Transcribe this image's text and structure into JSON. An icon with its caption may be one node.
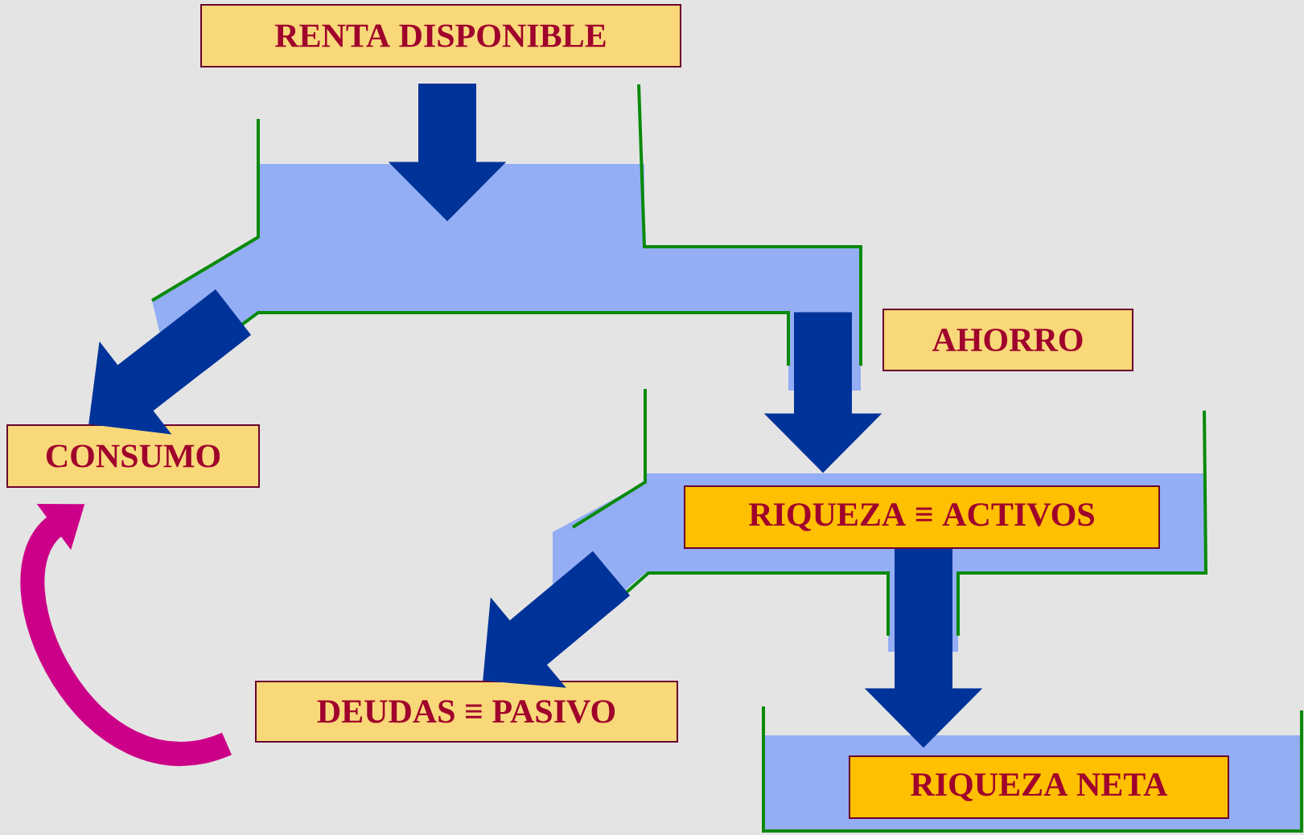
{
  "diagram": {
    "nodes": [
      {
        "text": [
          "RENTA DISPONIBLE"
        ]
      },
      {
        "text": [],
        "shape": "tank"
      },
      {
        "text": [
          "CONSUMO"
        ]
      },
      {
        "text": [
          "AHORRO"
        ]
      },
      {
        "text": [],
        "shape": "tank"
      },
      {
        "text": [
          "RIQUEZA ≡ ACTIVOS"
        ],
        "in": 4
      },
      {
        "text": [
          "DEUDAS ≡ PASIVO"
        ]
      },
      {
        "text": [],
        "shape": "tank"
      },
      {
        "text": [
          "RIQUEZA NETA"
        ],
        "in": 7
      }
    ],
    "edges": [
      {
        "from": 0,
        "to": 1,
        "arrow": "to"
      },
      {
        "from": 1,
        "to": 2,
        "arrow": "to"
      },
      {
        "from": 1,
        "to": 4,
        "arrow": "to"
      },
      {
        "from": 4,
        "to": 6,
        "arrow": "to"
      },
      {
        "from": 5,
        "to": 7,
        "arrow": "to"
      },
      {
        "from": 6,
        "to": 2,
        "arrow": "to",
        "color": "#cc0088"
      }
    ]
  }
}
